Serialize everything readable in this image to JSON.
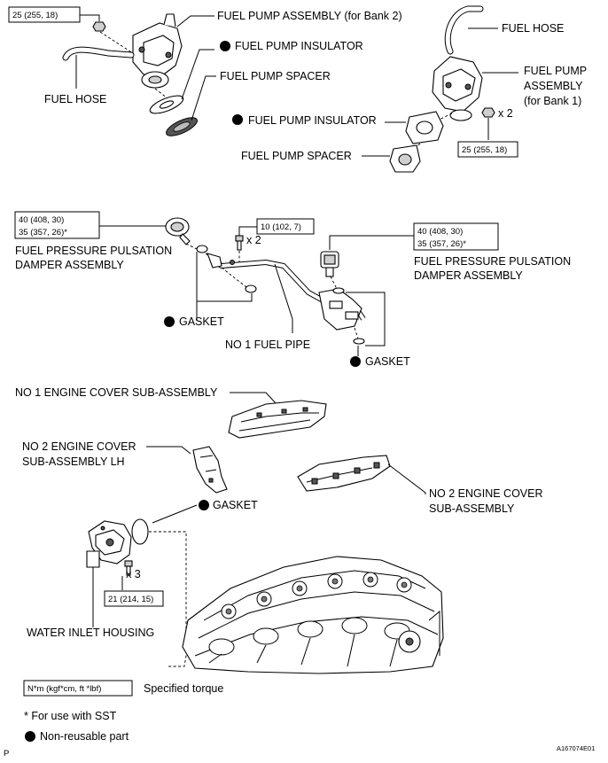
{
  "torque": {
    "bank2_fuel_pump": "25 (255, 18)",
    "bank1_fuel_pump": "25 (255, 18)",
    "damper_left_1": "40 (408, 30)",
    "damper_left_2": "35 (357, 26)*",
    "fuel_pipe": "10 (102, 7)",
    "damper_right_1": "40 (408, 30)",
    "damper_right_2": "35 (357, 26)*",
    "water_inlet": "21 (214, 15)"
  },
  "labels": {
    "fuel_pump_assembly_bank2": "FUEL PUMP ASSEMBLY (for Bank 2)",
    "fuel_pump_insulator_top": "FUEL PUMP INSULATOR",
    "fuel_pump_spacer_top": "FUEL PUMP SPACER",
    "fuel_hose_left": "FUEL HOSE",
    "fuel_hose_right": "FUEL HOSE",
    "fuel_pump_assembly_bank1_l1": "FUEL PUMP",
    "fuel_pump_assembly_bank1_l2": "ASSEMBLY",
    "fuel_pump_assembly_bank1_l3": "(for Bank 1)",
    "fuel_pump_insulator_right": "FUEL PUMP INSULATOR",
    "fuel_pump_spacer_right": "FUEL PUMP SPACER",
    "damper_left_l1": "FUEL PRESSURE PULSATION",
    "damper_left_l2": "DAMPER ASSEMBLY",
    "damper_right_l1": "FUEL PRESSURE PULSATION",
    "damper_right_l2": "DAMPER ASSEMBLY",
    "gasket_left": "GASKET",
    "gasket_right": "GASKET",
    "fuel_pipe": "NO  1 FUEL PIPE",
    "engine_cover_no1": "NO  1 ENGINE COVER SUB-ASSEMBLY",
    "engine_cover_no2_lh_l1": "NO  2 ENGINE COVER",
    "engine_cover_no2_lh_l2": "SUB-ASSEMBLY LH",
    "engine_cover_no2_l1": "NO  2 ENGINE COVER",
    "engine_cover_no2_l2": "SUB-ASSEMBLY",
    "gasket_water": "GASKET",
    "water_inlet_housing": "WATER INLET HOUSING"
  },
  "quantities": {
    "bank1_nuts": "x 2",
    "pipe_bolts": "x 2",
    "water_bolts": "x 3"
  },
  "legend": {
    "torque_unit": "N*m (kgf*cm, ft *lbf)",
    "torque_desc": "Specified torque",
    "sst_note": "* For use with SST",
    "non_reusable": "Non-reusable part"
  },
  "footer": {
    "page_letter": "P",
    "figure_id": "A167074E01"
  }
}
